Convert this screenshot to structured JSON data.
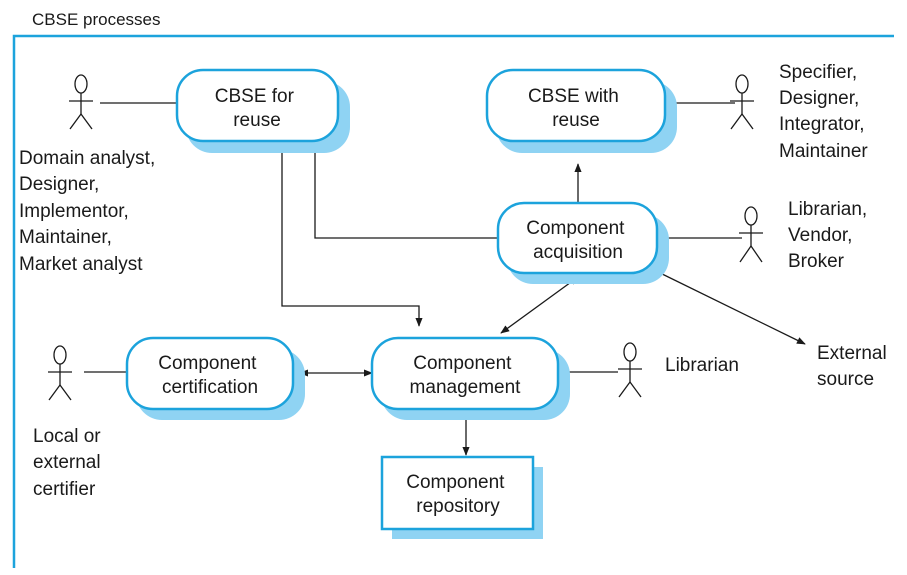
{
  "figure": {
    "title": "CBSE processes"
  },
  "processes": {
    "cbse_for_reuse": [
      "CBSE for",
      "reuse"
    ],
    "cbse_with_reuse": [
      "CBSE with",
      "reuse"
    ],
    "component_acquisition": [
      "Component",
      "acquisition"
    ],
    "component_certification": [
      "Component",
      "certification"
    ],
    "component_management": [
      "Component",
      "management"
    ],
    "component_repository": [
      "Component",
      "repository"
    ]
  },
  "actors": {
    "reuse_roles": [
      "Domain analyst,",
      "Designer,",
      "Implementor,",
      "Maintainer,",
      "Market analyst"
    ],
    "with_reuse_roles": [
      "Specifier,",
      "Designer,",
      "Integrator,",
      "Maintainer"
    ],
    "acquisition_roles": [
      "Librarian,",
      "Vendor,",
      "Broker"
    ],
    "management_role": "Librarian",
    "certifier_roles": [
      "Local or",
      "external",
      "certifier"
    ]
  },
  "external_source": [
    "External",
    "source"
  ],
  "colors": {
    "accent": "#1ca3dc",
    "shadow": "#8fd3f3",
    "line": "#1a1a1a"
  }
}
